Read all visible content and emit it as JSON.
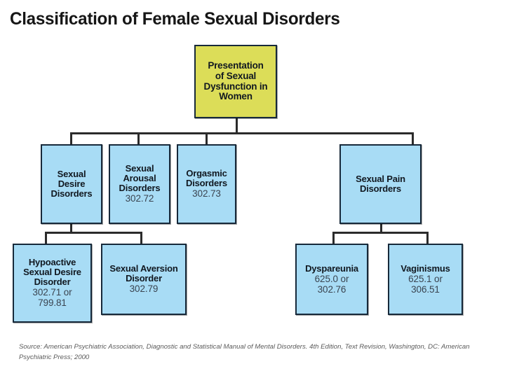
{
  "slide": {
    "title": "Classification of Female Sexual Disorders",
    "background_color": "#ffffff",
    "title_color": "#161616"
  },
  "colors": {
    "root_box_fill": "#dcdd58",
    "node_box_fill": "#a8dcf5",
    "box_border": "#17293a",
    "connector": "#2b2b2b",
    "code_text": "#3a4450",
    "label_text": "#111820",
    "source_text": "#5a5a5a"
  },
  "diagram": {
    "type": "hierarchy-tree",
    "root": {
      "id": "presentation",
      "label": "Presentation of Sexual Dysfunction in Women",
      "lines": [
        "Presentation",
        "of Sexual",
        "Dysfunction in",
        "Women"
      ],
      "code": "",
      "fill": "#dcdd58"
    },
    "level2": [
      {
        "id": "sexual-desire-disorders",
        "label": "Sexual Desire Disorders",
        "lines": [
          "Sexual Desire",
          "Disorders"
        ],
        "code": "",
        "fill": "#a8dcf5"
      },
      {
        "id": "sexual-arousal-disorders",
        "label": "Sexual Arousal Disorders",
        "lines": [
          "Sexual Arousal",
          "Disorders"
        ],
        "code": "302.72",
        "fill": "#a8dcf5"
      },
      {
        "id": "orgasmic-disorders",
        "label": "Orgasmic Disorders",
        "lines": [
          "Orgasmic",
          "Disorders"
        ],
        "code": "302.73",
        "fill": "#a8dcf5"
      },
      {
        "id": "sexual-pain-disorders",
        "label": "Sexual Pain Disorders",
        "lines": [
          "Sexual Pain",
          "Disorders"
        ],
        "code": "",
        "fill": "#a8dcf5"
      }
    ],
    "level3": [
      {
        "id": "hypoactive-sexual-desire-disorder",
        "parent": "sexual-desire-disorders",
        "label": "Hypoactive Sexual Desire Disorder",
        "lines": [
          "Hypoactive",
          "Sexual Desire",
          "Disorder"
        ],
        "code_lines": [
          "302.71 or",
          "799.81"
        ],
        "fill": "#a8dcf5"
      },
      {
        "id": "sexual-aversion-disorder",
        "parent": "sexual-desire-disorders",
        "label": "Sexual Aversion Disorder",
        "lines": [
          "Sexual Aversion",
          "Disorder"
        ],
        "code_lines": [
          "302.79"
        ],
        "fill": "#a8dcf5"
      },
      {
        "id": "dyspareunia",
        "parent": "sexual-pain-disorders",
        "label": "Dyspareunia",
        "lines": [
          "Dyspareunia"
        ],
        "code_lines": [
          "625.0 or",
          "302.76"
        ],
        "fill": "#a8dcf5"
      },
      {
        "id": "vaginismus",
        "parent": "sexual-pain-disorders",
        "label": "Vaginismus",
        "lines": [
          "Vaginismus"
        ],
        "code_lines": [
          "625.1 or",
          "306.51"
        ],
        "fill": "#a8dcf5"
      }
    ]
  },
  "source": {
    "text": "Source: American Psychiatric Association, Diagnostic and Statistical Manual of Mental Disorders. 4th Edition, Text Revision, Washington, DC: American Psychiatric Press; 2000"
  }
}
